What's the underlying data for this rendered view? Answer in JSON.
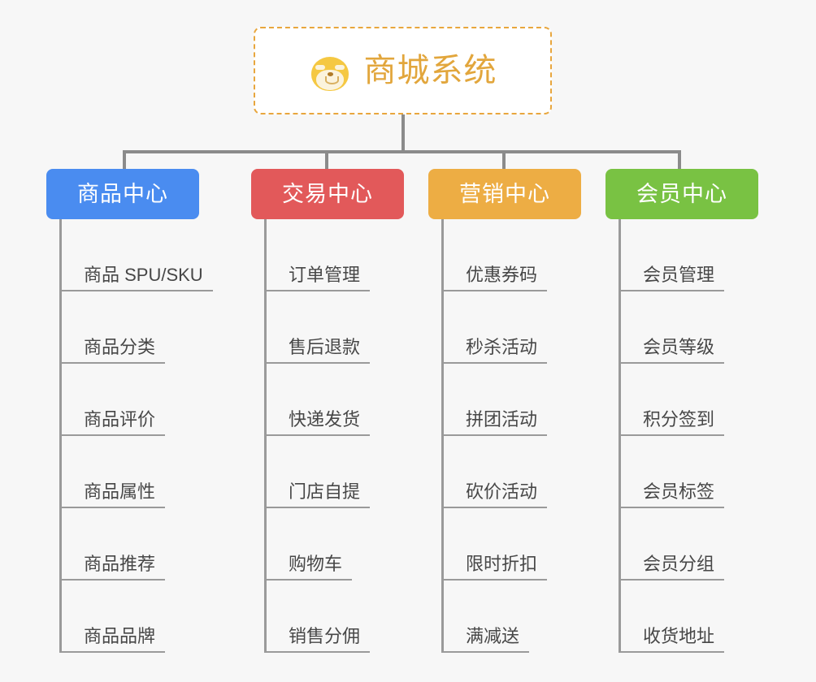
{
  "background_color": "#f7f7f7",
  "root": {
    "icon": "shiba-dog-face-icon",
    "title": "商城系统",
    "border_color": "#e8a63d",
    "text_color": "#e2a63c",
    "background": "#ffffff"
  },
  "connector_color": "#8b8b8b",
  "columns": [
    {
      "key": "product-center",
      "label": "商品中心",
      "color": "#4a8cf0",
      "items": [
        "商品 SPU/SKU",
        "商品分类",
        "商品评价",
        "商品属性",
        "商品推荐",
        "商品品牌"
      ]
    },
    {
      "key": "trade-center",
      "label": "交易中心",
      "color": "#e2595a",
      "items": [
        "订单管理",
        "售后退款",
        "快递发货",
        "门店自提",
        "购物车",
        "销售分佣"
      ]
    },
    {
      "key": "marketing-center",
      "label": "营销中心",
      "color": "#edad44",
      "items": [
        "优惠券码",
        "秒杀活动",
        "拼团活动",
        "砍价活动",
        "限时折扣",
        "满减送"
      ]
    },
    {
      "key": "member-center",
      "label": "会员中心",
      "color": "#79c243",
      "items": [
        "会员管理",
        "会员等级",
        "积分签到",
        "会员标签",
        "会员分组",
        "收货地址"
      ]
    }
  ]
}
